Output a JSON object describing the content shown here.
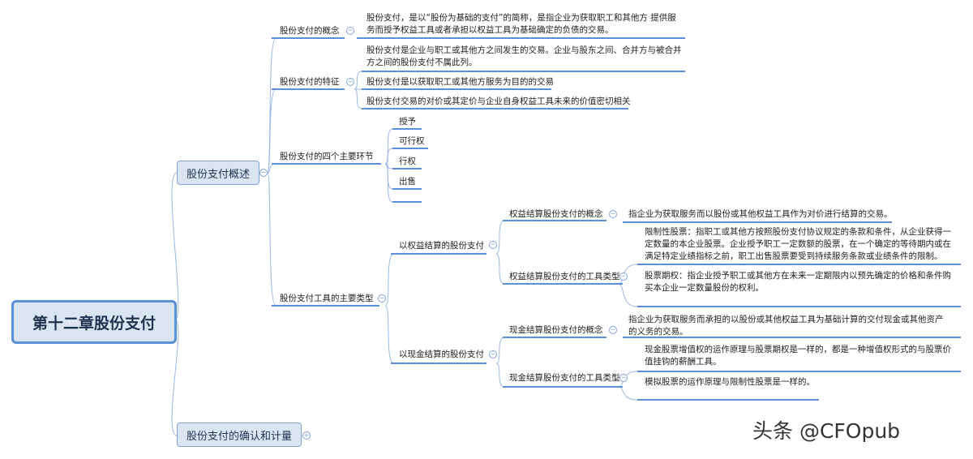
{
  "root": "第十二章股份支付",
  "l1": [
    "股份支付概述",
    "股份支付的确认和计量"
  ],
  "concept": {
    "label": "股份支付的概念",
    "text": "股份支付，是以“股份为基础的支付”的简称，是指企业为获取职工和其他方 提供服务而授予权益工具或者承担以权益工具为基础确定的负债的交易。"
  },
  "features": {
    "label": "股份支付的特征",
    "items": [
      "股份支付是企业与职工或其他方之间发生的交易。企业与股东之间、合并方与被合并方之间的股份支付不属此列。",
      "股份支付是以获取职工或其他方服务为目的的交易",
      "股份支付交易的对价或其定价与企业自身权益工具未来的价值密切相关"
    ]
  },
  "stages": {
    "label": "股份支付的四个主要环节",
    "items": [
      "授予",
      "可行权",
      "行权",
      "出售"
    ]
  },
  "types": {
    "label": "股份支付工具的主要类型",
    "equity": {
      "label": "以权益结算的股份支付",
      "concept_label": "权益结算股份支付的概念",
      "concept_text": "指企业为获取服务而以股份或其他权益工具作为对价进行结算的交易。",
      "tools_label": "权益结算股份支付的工具类型",
      "tools": [
        "限制性股票：指职工或其他方按照股份支付协议规定的条款和条件，从企业获得一定数量的本企业股票。企业授予职工一定数额的股票，在一个确定的等待期内或在满足特定业绩指标之前，职工出售股票要受到持续服务条款或业绩条件的限制。",
        "股票期权：指企业授予职工或其他方在未来一定期限内以预先确定的价格和条件购买本企业一定数量股份的权利。"
      ]
    },
    "cash": {
      "label": "以现金结算的股份支付",
      "concept_label": "现金结算股份支付的概念",
      "concept_text": "指企业为获取服务而承担的以股份或其他权益工具为基础计算的交付现金或其他资产的义务的交易。",
      "tools_label": "现金结算股份支付的工具类型",
      "tools": [
        "现金股票增值权的运作原理与股票期权是一样的，都是一种增值权形式的与股票价值挂钩的薪酬工具。",
        "模拟股票的运作原理与限制性股票是一样的。"
      ]
    }
  },
  "watermark": "头条 @CFOpub",
  "colors": {
    "line": "#5b8fd6",
    "branch": "#9bb8e3",
    "node_bg": "#dbe5f1"
  }
}
